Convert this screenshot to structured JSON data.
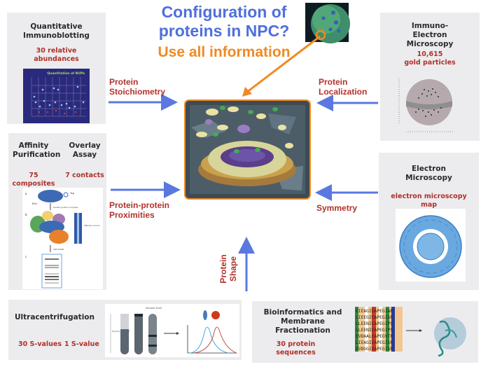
{
  "title": {
    "line1": "Configuration of",
    "line2": "proteins in NPC?",
    "subtitle": "Use all information"
  },
  "colors": {
    "title_blue": "#4f6fdc",
    "subtitle_orange": "#f08a24",
    "label_red": "#b3312c",
    "arrow_blue": "#5a78e0",
    "panel_bg": "#ececee"
  },
  "panels": {
    "immunoblotting": {
      "title_line1": "Quantitative",
      "title_line2": "Immunoblotting",
      "stat_line1": "30 relative",
      "stat_line2": "abundances",
      "chart_title": "Quantitation of NUPs"
    },
    "immuno_em": {
      "title_line1": "Immuno-",
      "title_line2": "Electron",
      "title_line3": "Microscopy",
      "stat_line1": "10,615",
      "stat_line2": "gold particles"
    },
    "affinity": {
      "title1_line1": "Affinity",
      "title1_line2": "Purification",
      "title2_line1": "Overlay",
      "title2_line2": "Assay",
      "stat1": "75 composites",
      "stat2": "7 contacts",
      "fig_labels": [
        "a",
        "b",
        "c"
      ],
      "tag_label": "Tag",
      "bait_label": "Bait",
      "isolate_label": "Isolate protein complex",
      "column_label": "Affinity column",
      "sds_label": "SDS-PAGE",
      "complex_numbers": [
        "1",
        "2",
        "3",
        "4",
        "1",
        "5"
      ]
    },
    "em": {
      "title_line1": "Electron",
      "title_line2": "Microscopy",
      "stat_line1": "electron microscopy",
      "stat_line2": "map"
    },
    "ultracentrifugation": {
      "title": "Ultracentrifugation",
      "stat1": "30 S-values",
      "stat2": "1 S-value",
      "sample_zone_label": "Sample Zone",
      "gradient_label": "Density Gradient"
    },
    "bioinformatics": {
      "title_line1": "Bioinformatics and",
      "title_line2": "Membrane",
      "title_line3": "Fractionation",
      "stat_line1": "30 protein",
      "stat_line2": "sequences",
      "alignment_rows": [
        "EIEAGIEAPEGIAP",
        "LIEEGIEAPEGISP",
        "LLEENIEAPEGIPS",
        "LLEENIEAPEGIPS",
        "EVDAALEAPEGVTP",
        "LIEAGIEAPEGISP",
        "EVDGGIEAPEGISP"
      ]
    }
  },
  "arrows": {
    "stoichiometry_line1": "Protein",
    "stoichiometry_line2": "Stoichiometry",
    "localization_line1": "Protein",
    "localization_line2": "Localization",
    "proximities_line1": "Protein-protein",
    "proximities_line2": "Proximities",
    "symmetry": "Symmetry",
    "shape_line1": "Protein",
    "shape_line2": "Shape"
  }
}
